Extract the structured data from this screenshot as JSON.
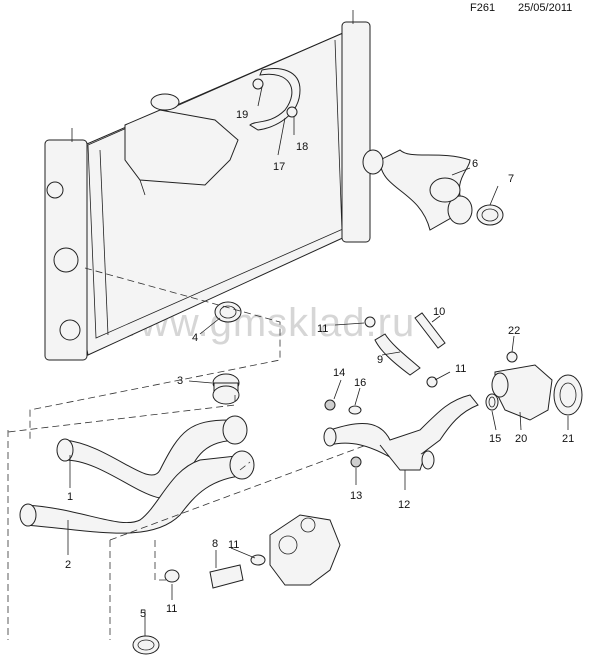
{
  "header": {
    "code": "F261",
    "date": "25/05/2011"
  },
  "watermark": "www.gmsklad.ru",
  "callouts": [
    "1",
    "2",
    "3",
    "4",
    "5",
    "6",
    "7",
    "8",
    "9",
    "10",
    "11",
    "11",
    "11",
    "11",
    "12",
    "13",
    "14",
    "15",
    "16",
    "17",
    "18",
    "19",
    "20",
    "21",
    "22"
  ],
  "colors": {
    "line": "#222222",
    "part_fill": "#f4f4f4",
    "watermark": "#d6d6d6"
  }
}
